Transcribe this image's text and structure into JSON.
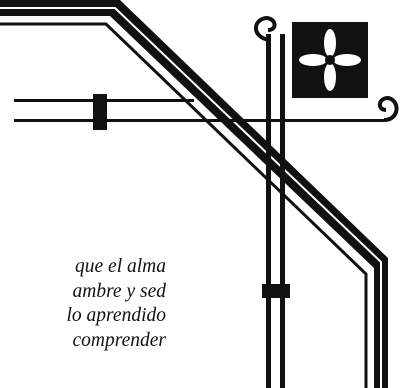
{
  "poem": {
    "lines": [
      "que el alma",
      "ambre y sed",
      "lo aprendido",
      "comprender"
    ]
  },
  "ornament": {
    "icons": [
      "wrought-iron-railing-icon",
      "quatrefoil-tile-icon",
      "scroll-finial-icon"
    ]
  },
  "colors": {
    "ink": "#111111",
    "background": "#ffffff"
  }
}
